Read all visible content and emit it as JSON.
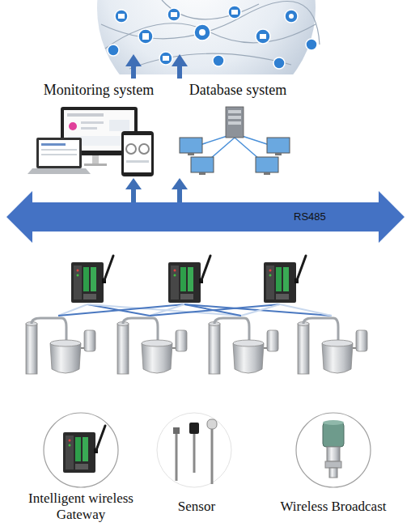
{
  "diagram": {
    "nodes": [
      {
        "text": [
          "Monitoring system"
        ]
      },
      {
        "text": [
          "Database system"
        ]
      },
      {
        "text": [
          "RS485"
        ]
      }
    ],
    "edges": [
      {
        "from": 2,
        "to": 0,
        "arrow": "to"
      },
      {
        "from": 2,
        "to": 1,
        "arrow": "to"
      }
    ],
    "labels": [
      "Intelligent wireless Gateway",
      "Sensor",
      "Wireless Broadcast"
    ]
  }
}
